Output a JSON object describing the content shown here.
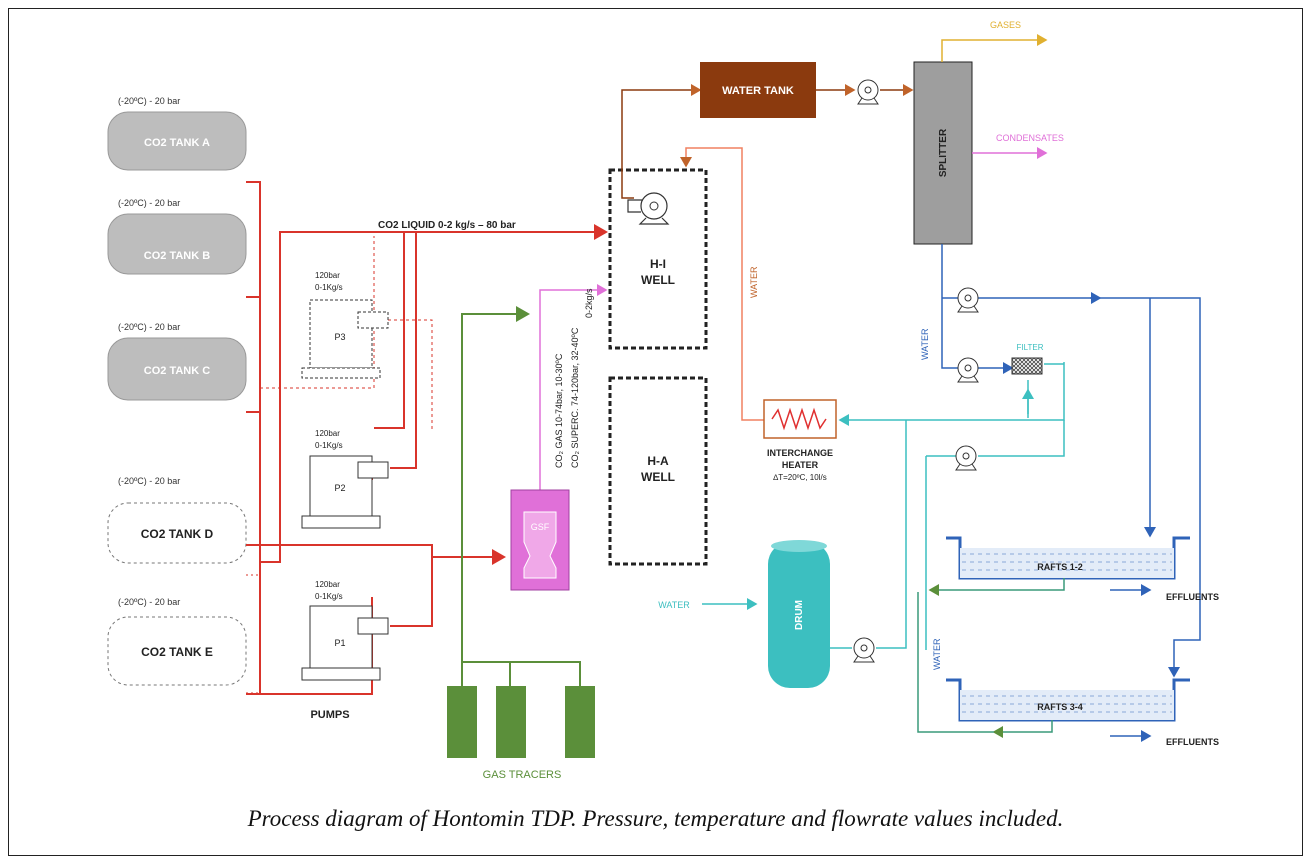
{
  "tanks": [
    {
      "label": "CO2 TANK A",
      "spec": "(-20ºC) - 20 bar"
    },
    {
      "label": "CO2 TANK B",
      "spec": "(-20ºC) - 20 bar"
    },
    {
      "label": "CO2 TANK C",
      "spec": "(-20ºC) - 20 bar"
    },
    {
      "label": "CO2 TANK D",
      "spec": "(-20ºC) - 20 bar"
    },
    {
      "label": "CO2 TANK E",
      "spec": "(-20ºC) - 20 bar"
    }
  ],
  "pumps": [
    {
      "label": "P3",
      "spec1": "120bar",
      "spec2": "0-1Kg/s"
    },
    {
      "label": "P2",
      "spec1": "120bar",
      "spec2": "0-1Kg/s"
    },
    {
      "label": "P1",
      "spec1": "120bar",
      "spec2": "0-1Kg/s"
    }
  ],
  "pumps_label": "PUMPS",
  "co2_liquid": "CO2 LIQUID 0-2 kg/s – 80 bar",
  "co2_gas": "CO₂ GAS 10-74bar, 10-30ºC",
  "co2_supercrit": "CO₂ SUPERC. 74-120bar, 32-40ºC",
  "co2_flow": "0-2kg/s",
  "gsf": "GSF",
  "gas_tracers": "GAS TRACERS",
  "hi_well": [
    "H-I",
    "WELL"
  ],
  "ha_well": [
    "H-A",
    "WELL"
  ],
  "water_tank": "WATER TANK",
  "splitter": "SPLITTER",
  "gases": "GASES",
  "condensates": "CONDENSATES",
  "water": "WATER",
  "filter": "FILTER",
  "heater": [
    "INTERCHANGE",
    "HEATER",
    "∆T=20ºC, 10l/s"
  ],
  "drum": "DRUM",
  "rafts_1": "RAFTS 1-2",
  "rafts_2": "RAFTS 3-4",
  "effluents": "EFFLUENTS",
  "caption": "Process diagram of Hontomin TDP. Pressure, temperature and flowrate values included.",
  "colors": {
    "co2": "#d9342b",
    "gas": "#5b8f3a",
    "water_tank": "#8b3a0e",
    "water_line": "#c0632a",
    "blue": "#2f63b8",
    "cyan": "#3cbfc0",
    "gsf": "#e070d8",
    "condensate": "#e070d8",
    "gases": "#e0b030"
  }
}
